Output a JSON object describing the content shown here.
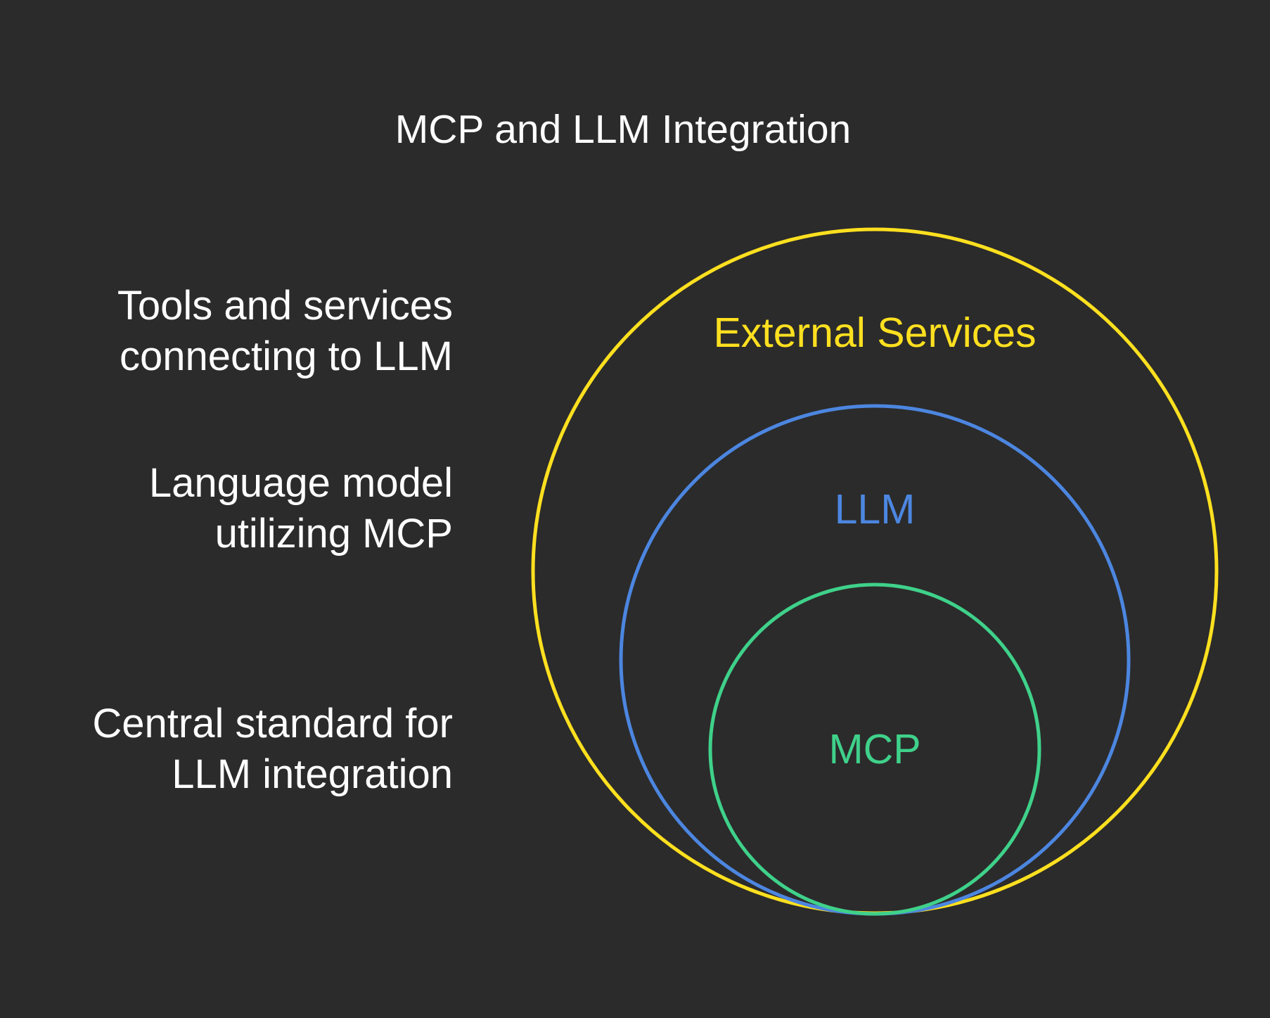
{
  "title": "MCP and LLM Integration",
  "layers": [
    {
      "label": "External Services",
      "description_lines": [
        "Tools and services",
        "connecting to LLM"
      ],
      "color": "#ffe01f"
    },
    {
      "label": "LLM",
      "description_lines": [
        "Language model",
        "utilizing MCP"
      ],
      "color": "#4c86e0"
    },
    {
      "label": "MCP",
      "description_lines": [
        "Central standard for",
        "LLM integration"
      ],
      "color": "#3fd18a"
    }
  ],
  "colors": {
    "background": "#2b2b2b",
    "text": "#ffffff"
  }
}
